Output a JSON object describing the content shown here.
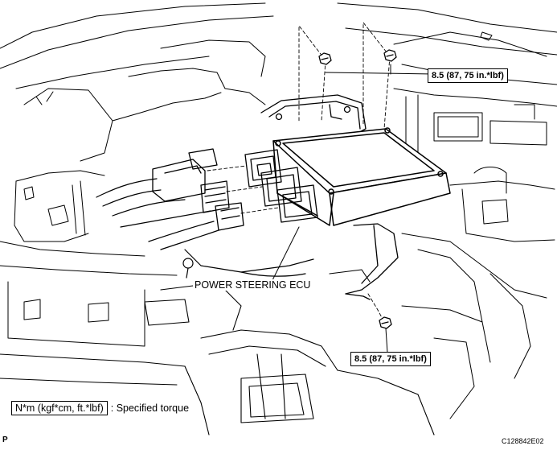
{
  "labels": {
    "component": "POWER STEERING ECU",
    "torque_upper": "8.5 (87, 75 in.*lbf)",
    "torque_lower": "8.5 (87, 75 in.*lbf)"
  },
  "legend": {
    "unit_box": "N*m (kgf*cm, ft.*lbf)",
    "description": ": Specified torque"
  },
  "corner_mark": "P",
  "figure_code": "C128842E02"
}
